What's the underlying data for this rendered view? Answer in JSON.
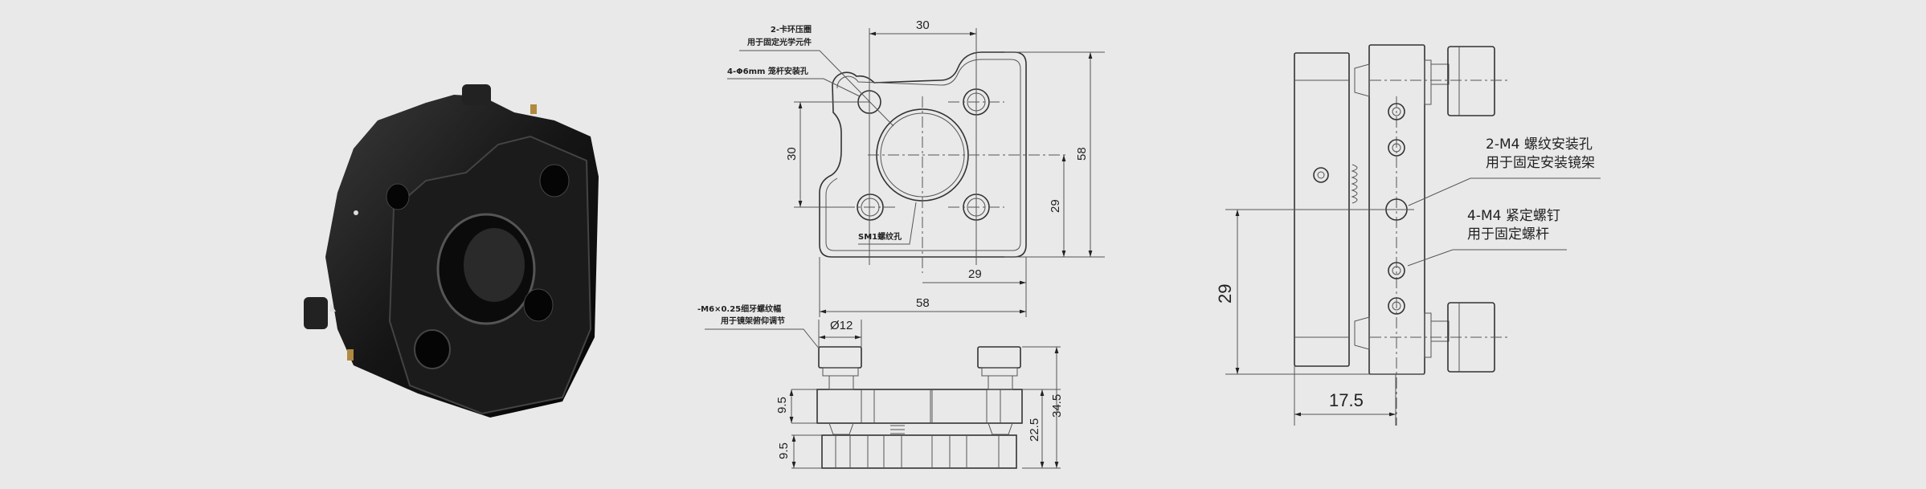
{
  "front_view": {
    "dim_width_top": "30",
    "dim_height_left": "30",
    "dim_height_right": "58",
    "dim_center_right": "29",
    "dim_center_bottom": "29",
    "dim_width_total": "58",
    "callout_retaining_ring": [
      "2-卡环压圈",
      "用于固定光学元件"
    ],
    "callout_cage_holes": "4-Φ6mm  笼杆安装孔",
    "callout_sm1": "SM1螺纹孔"
  },
  "top_view": {
    "callout_adjuster": [
      "-M6×0.25细牙螺纹幅",
      "用于镜架俯仰调节"
    ],
    "dim_knob_diameter": "Ø12",
    "dim_top_plate": "9.5",
    "dim_bottom_plate": "9.5",
    "dim_inner": "22.5",
    "dim_total": "34.5"
  },
  "side_view": {
    "callout_mount_holes": [
      "2-M4 螺纹安装孔",
      "用于固定安装镜架"
    ],
    "callout_set_screws": [
      "4-M4 紧定螺钉",
      "用于固定螺杆"
    ],
    "dim_height": "29",
    "dim_depth": "17.5"
  }
}
